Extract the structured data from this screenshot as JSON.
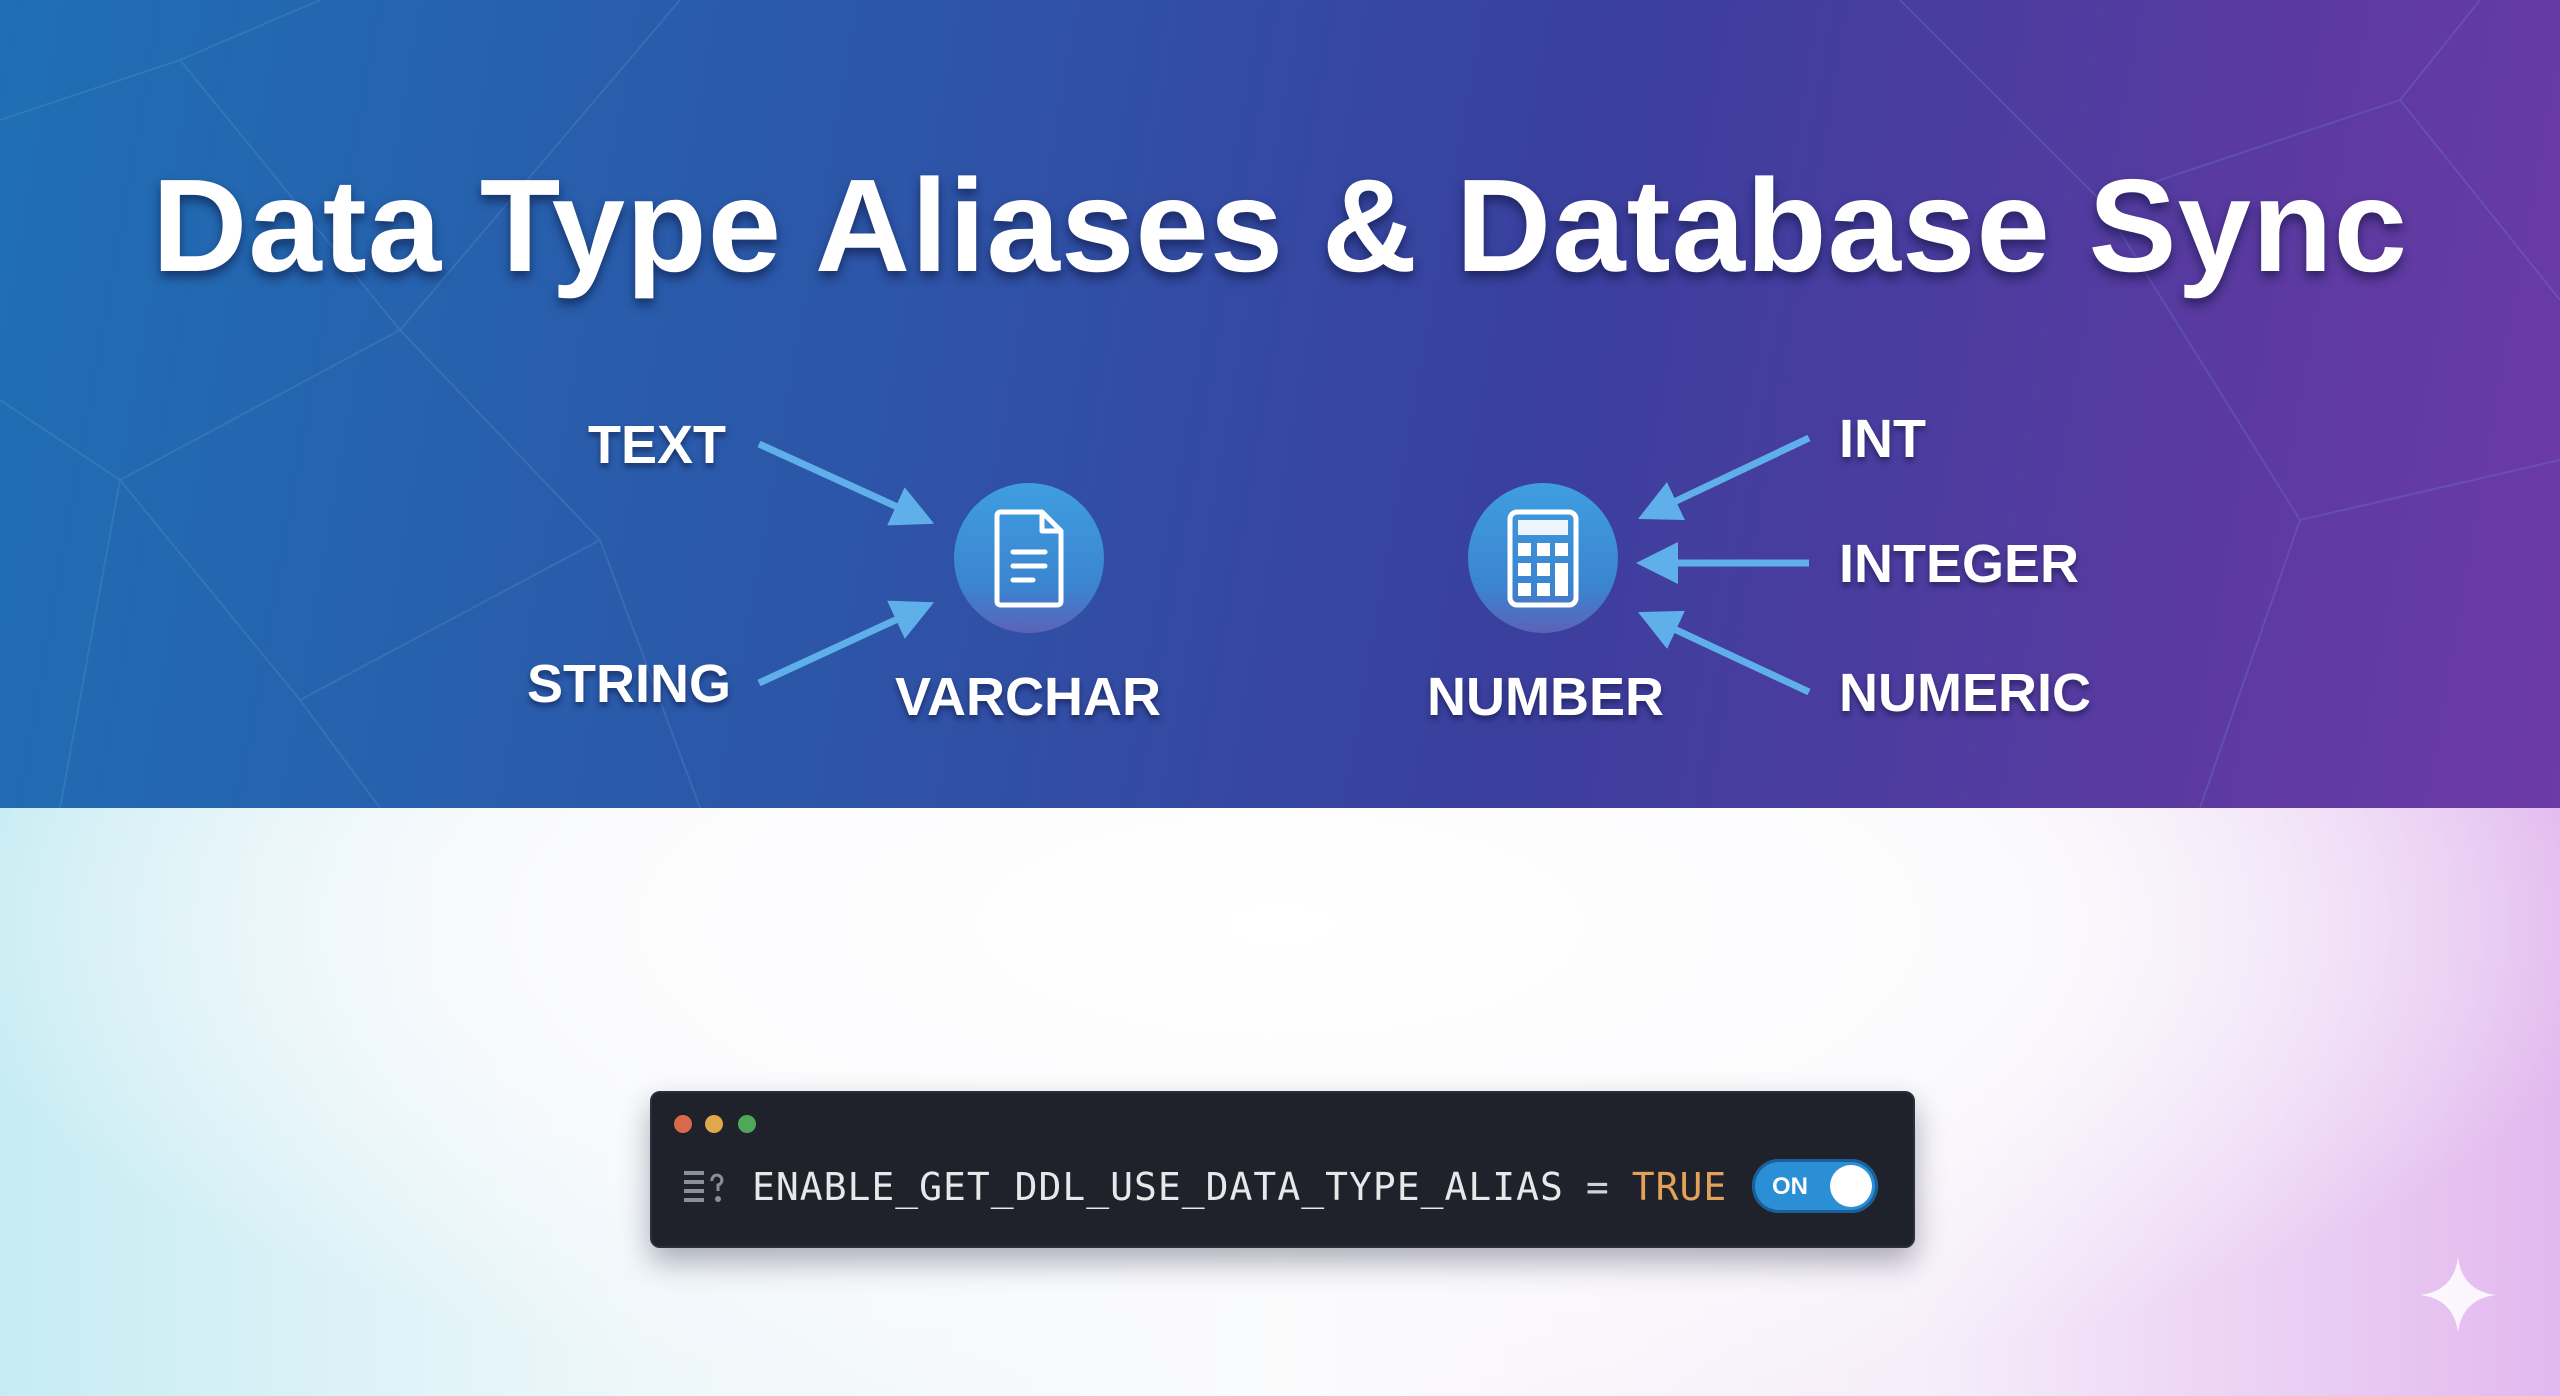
{
  "title": "Data Type Aliases & Database Sync",
  "varchar_group": {
    "target": "VARCHAR",
    "target_icon": "document-icon",
    "aliases": [
      "TEXT",
      "STRING"
    ]
  },
  "number_group": {
    "target": "NUMBER",
    "target_icon": "calculator-icon",
    "aliases": [
      "INT",
      "INTEGER",
      "NUMERIC"
    ]
  },
  "terminal": {
    "parameter": "ENABLE_GET_DDL_USE_DATA_TYPE_ALIAS",
    "operator": "=",
    "value": "TRUE",
    "toggle_label": "ON",
    "toggle_on": true
  },
  "colors": {
    "accent": "#2b8fd6",
    "value": "#e3a25a",
    "terminal_bg": "#1f222b"
  }
}
